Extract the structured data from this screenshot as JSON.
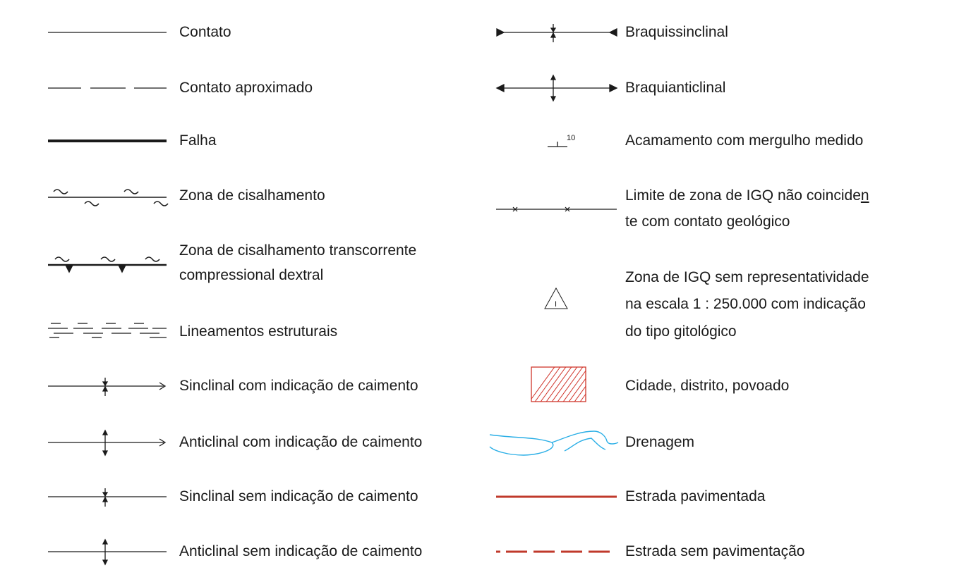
{
  "legend": {
    "left": [
      {
        "symbol": "contact-line-icon",
        "label": "Contato"
      },
      {
        "symbol": "approximate-contact-line-icon",
        "label": "Contato aproximado"
      },
      {
        "symbol": "fault-line-icon",
        "label": "Falha"
      },
      {
        "symbol": "shear-zone-icon",
        "label": "Zona de cisalhamento"
      },
      {
        "symbol": "transcurrent-shear-zone-icon",
        "label_lines": [
          "Zona de cisalhamento transcorrente",
          "compressional dextral"
        ]
      },
      {
        "symbol": "structural-lineaments-icon",
        "label": "Lineamentos estruturais"
      },
      {
        "symbol": "syncline-plunge-icon",
        "label": "Sinclinal com indicação de caimento"
      },
      {
        "symbol": "anticline-plunge-icon",
        "label": "Anticlinal com indicação de caimento"
      },
      {
        "symbol": "syncline-icon",
        "label": "Sinclinal sem indicação de caimento"
      },
      {
        "symbol": "anticline-icon",
        "label": "Anticlinal sem indicação de caimento"
      }
    ],
    "right": [
      {
        "symbol": "brachysyncline-icon",
        "label": "Braquissinclinal"
      },
      {
        "symbol": "brachyanticline-icon",
        "label": "Braquianticlinal"
      },
      {
        "symbol": "bedding-dip-icon",
        "label": "Acamamento com mergulho medido",
        "dip_value": "10"
      },
      {
        "symbol": "igq-limit-icon",
        "label_lines": [
          "Limite de zona de IGQ não coincide",
          "n",
          "te com contato geológico"
        ]
      },
      {
        "symbol": "igq-zone-triangle-icon",
        "label_lines": [
          "Zona de IGQ sem representatividade",
          "na escala 1 : 250.000 com indicação",
          "do tipo gitológico"
        ],
        "triangle_text": "I"
      },
      {
        "symbol": "city-hatch-icon",
        "label": "Cidade, distrito, povoado"
      },
      {
        "symbol": "drainage-icon",
        "label": "Drenagem"
      },
      {
        "symbol": "paved-road-icon",
        "label": "Estrada pavimentada"
      },
      {
        "symbol": "unpaved-road-icon",
        "label": "Estrada sem pavimentação"
      }
    ]
  },
  "colors": {
    "line": "#1a1a1a",
    "road": "#c0392b",
    "drainage": "#29aee6",
    "city_hatch": "#d0352b"
  }
}
